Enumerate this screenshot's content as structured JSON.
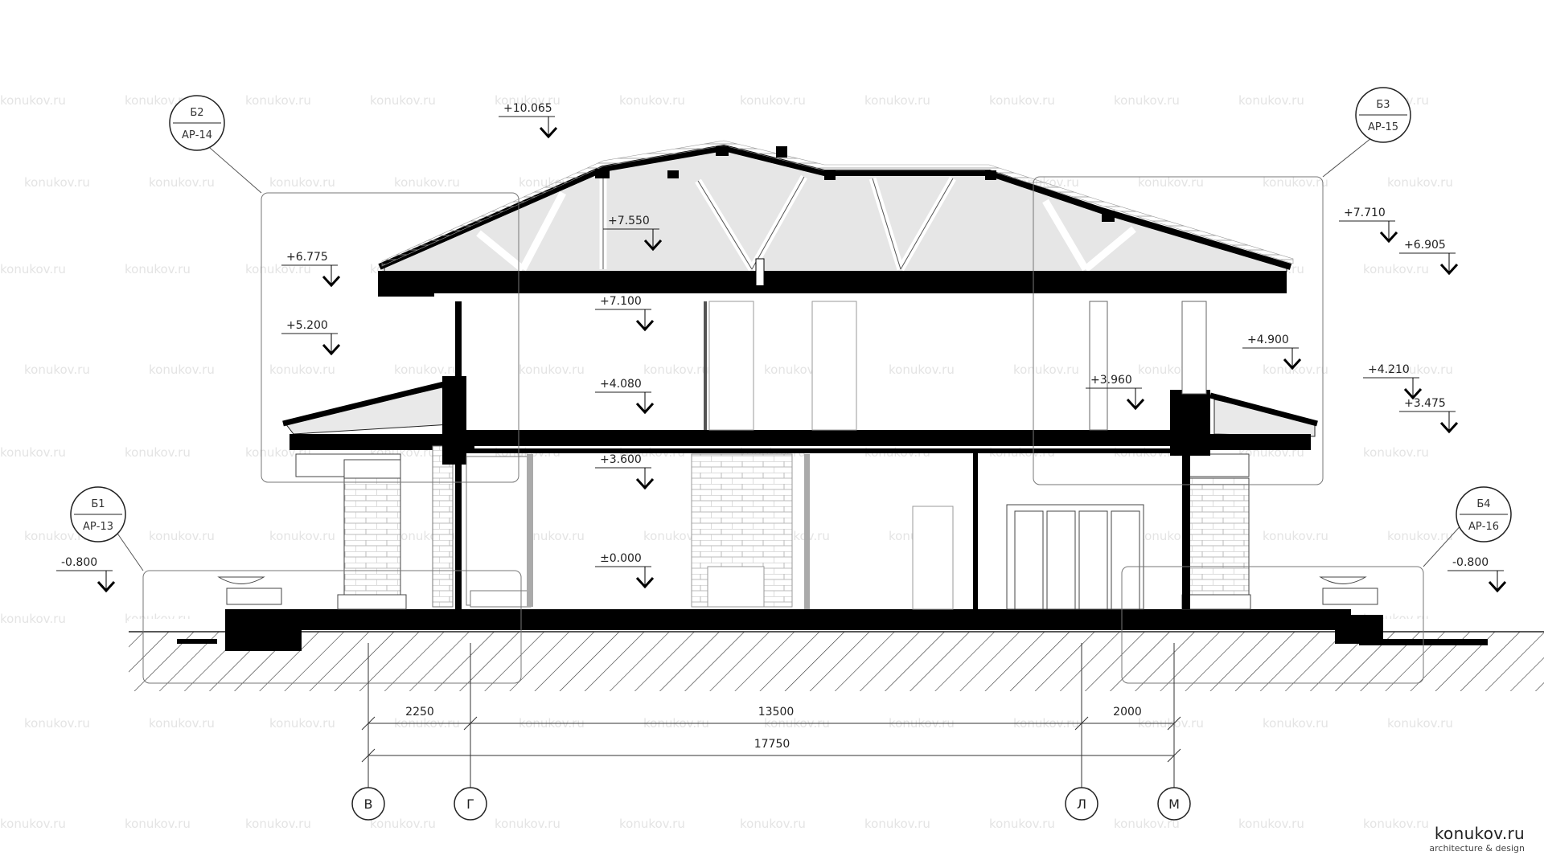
{
  "watermark": "konukov.ru",
  "levels": [
    "+10.065",
    "+7.550",
    "+6.775",
    "+7.100",
    "+5.200",
    "+4.080",
    "+3.600",
    "±0.000",
    "+7.710",
    "+6.905",
    "+4.900",
    "+3.960",
    "+4.210",
    "+3.475",
    "-0.800",
    "-0.800"
  ],
  "callouts": [
    {
      "top": "Б2",
      "bottom": "АР-14"
    },
    {
      "top": "Б3",
      "bottom": "АР-15"
    },
    {
      "top": "Б1",
      "bottom": "АР-13"
    },
    {
      "top": "Б4",
      "bottom": "АР-16"
    }
  ],
  "dimensions": [
    "2250",
    "13500",
    "2000",
    "17750"
  ],
  "axes": [
    "В",
    "Г",
    "Л",
    "М"
  ],
  "brand": {
    "name": "konukov.ru",
    "tagline": "architecture & design"
  }
}
